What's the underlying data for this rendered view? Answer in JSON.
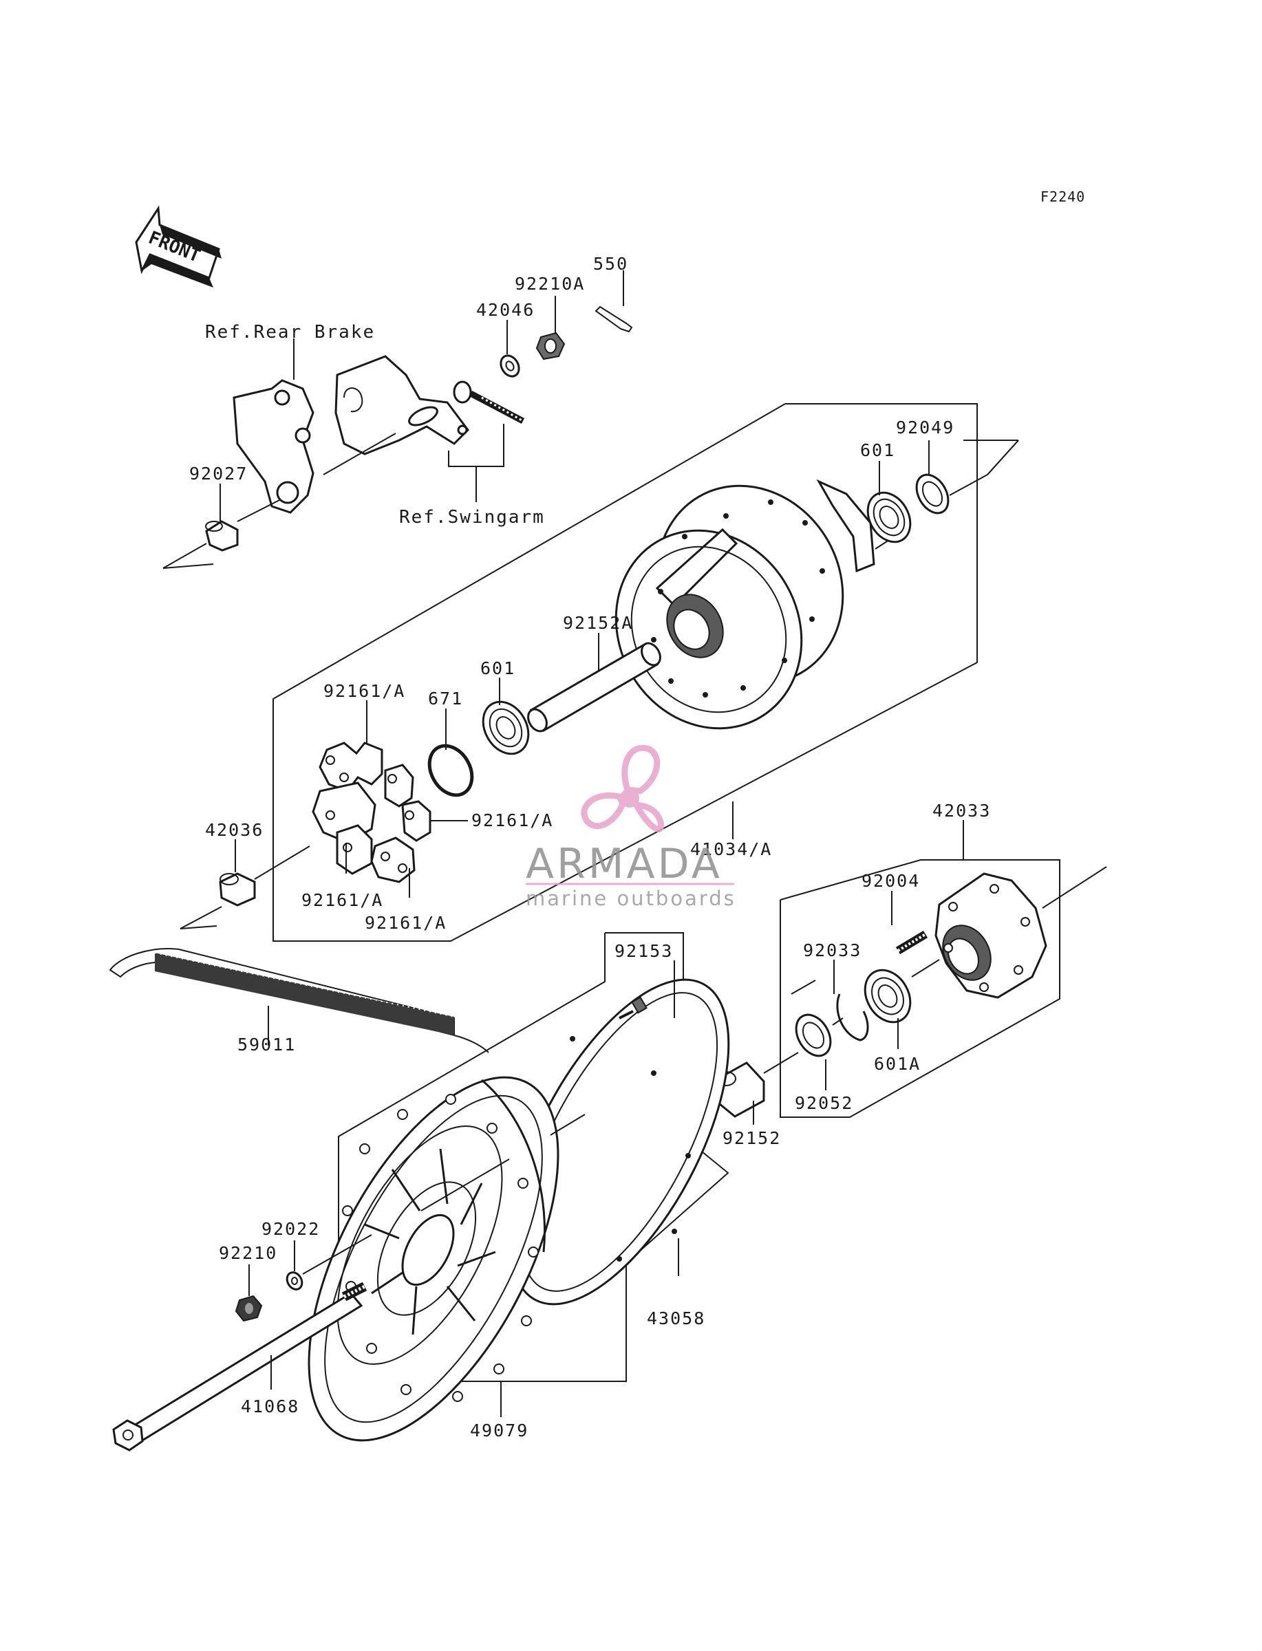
{
  "figure_code": "F2240",
  "front_arrow": {
    "text": "FRONT",
    "icon": "front-direction-arrow-icon"
  },
  "references": {
    "rear_brake": "Ref.Rear Brake",
    "swingarm": "Ref.Swingarm"
  },
  "parts": {
    "p550": "550",
    "p92210A": "92210A",
    "p42046": "42046",
    "p92027": "92027",
    "p92049": "92049",
    "p601_top": "601",
    "p92152A": "92152A",
    "p601_mid": "601",
    "p671": "671",
    "p92161A_top": "92161/A",
    "p92161A_right": "92161/A",
    "p92161A_bottom": "92161/A",
    "p92161A_bottom2": "92161/A",
    "p42036": "42036",
    "p41034A": "41034/A",
    "p42033": "42033",
    "p92004": "92004",
    "p92033": "92033",
    "p601A": "601A",
    "p92052": "92052",
    "p92152": "92152",
    "p92153": "92153",
    "p59011": "59011",
    "p92022": "92022",
    "p92210": "92210",
    "p43058": "43058",
    "p41068": "41068",
    "p49079": "49079"
  },
  "watermark": {
    "name": "ARMADA",
    "tagline": "marine outboards",
    "icon": "propeller-logo-icon",
    "color": "#e7a3c9"
  }
}
